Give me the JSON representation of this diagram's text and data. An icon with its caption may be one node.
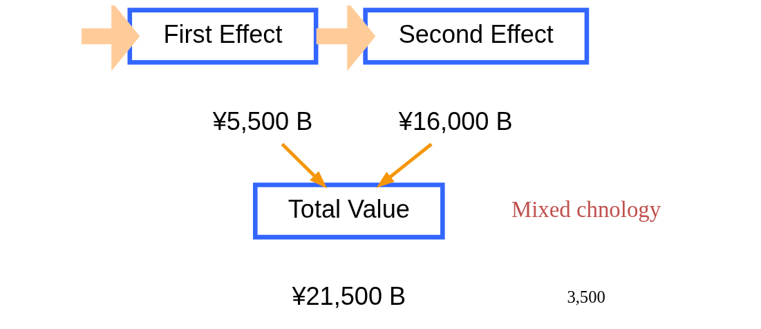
{
  "diagram": {
    "nodes": [
      {
        "text": [
          "First Effect"
        ]
      },
      {
        "text": [
          "Second Effect"
        ]
      },
      {
        "text": [
          "¥5,500 B"
        ]
      },
      {
        "text": [
          "¥16,000 B"
        ]
      },
      {
        "text": [
          "Total Value"
        ],
        "beside": [
          "¥21,500 B"
        ]
      }
    ],
    "edges": [
      {
        "from": null,
        "to": 0,
        "arrow": "to",
        "style": "thick",
        "color": "#ffcc99"
      },
      {
        "from": 0,
        "to": 1,
        "arrow": "to",
        "style": "thick",
        "color": "#ffcc99"
      },
      {
        "from": 2,
        "to": 4,
        "arrow": "to",
        "color": "#f5960a"
      },
      {
        "from": 3,
        "to": 4,
        "arrow": "to",
        "color": "#f5960a"
      }
    ],
    "labels": [
      "Mixed chnology",
      "3,500"
    ]
  }
}
